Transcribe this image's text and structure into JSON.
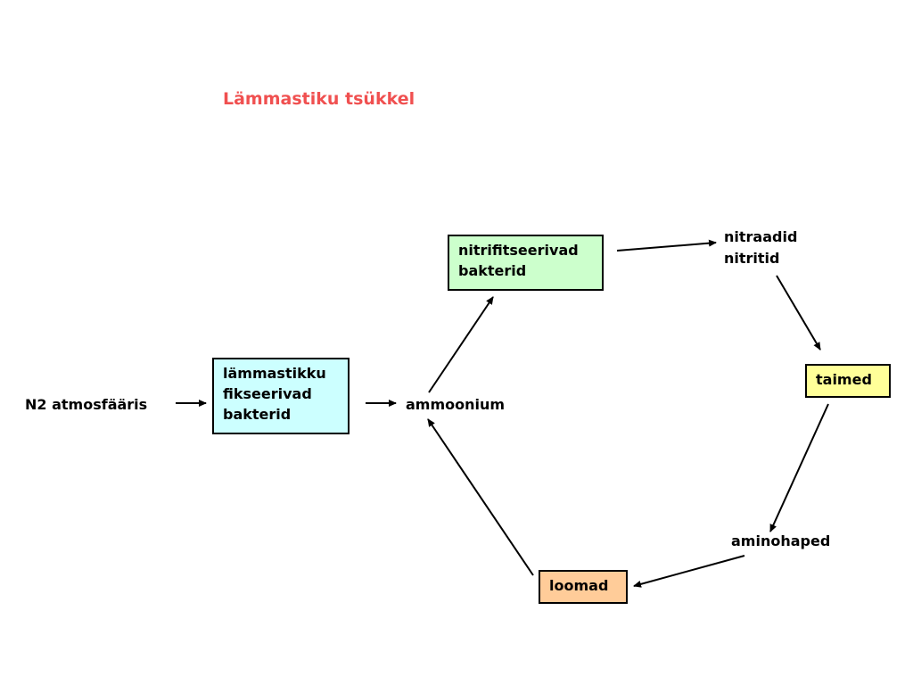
{
  "title": "Lämmastiku tsükkel",
  "nodes": {
    "n2": {
      "text": "N2 atmosfääris"
    },
    "fixing_bacteria": {
      "lines": [
        "lämmastikku",
        "fikseerivad",
        "bakterid"
      ],
      "fill": "#ccffff"
    },
    "ammonium": {
      "text": "ammoonium"
    },
    "nitrifying_bacteria": {
      "lines": [
        "nitrifitseerivad",
        "bakterid"
      ],
      "fill": "#ccffcc"
    },
    "nitrates": {
      "lines": [
        "nitraadid",
        "nitritid"
      ]
    },
    "plants": {
      "text": "taimed",
      "fill": "#ffff99"
    },
    "amino_acids": {
      "text": "aminohaped"
    },
    "animals": {
      "text": "loomad",
      "fill": "#ffcc99"
    }
  },
  "colors": {
    "title": "#f05050",
    "border": "#000000",
    "arrow": "#000000"
  }
}
